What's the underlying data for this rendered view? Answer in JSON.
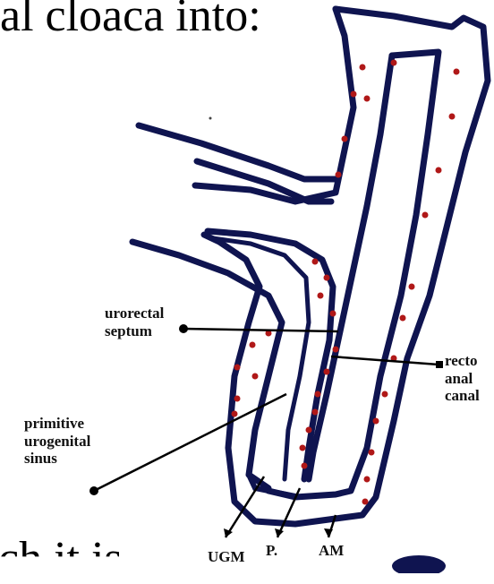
{
  "slide": {
    "heading_fragment": "al cloaca into:",
    "bottom_fragment": "ch it is"
  },
  "labels": {
    "urorectal_septum": [
      "urorectal",
      "septum"
    ],
    "recto_anal_canal": [
      "recto",
      "anal",
      "canal"
    ],
    "primitive_urogenital_sinus": [
      "primitive",
      "urogenital",
      "sinus"
    ],
    "ugm": "UGM",
    "p": "P.",
    "am": "AM"
  },
  "colors": {
    "outline": "#0f1450",
    "dots": "#b01818",
    "text": "#111111"
  }
}
